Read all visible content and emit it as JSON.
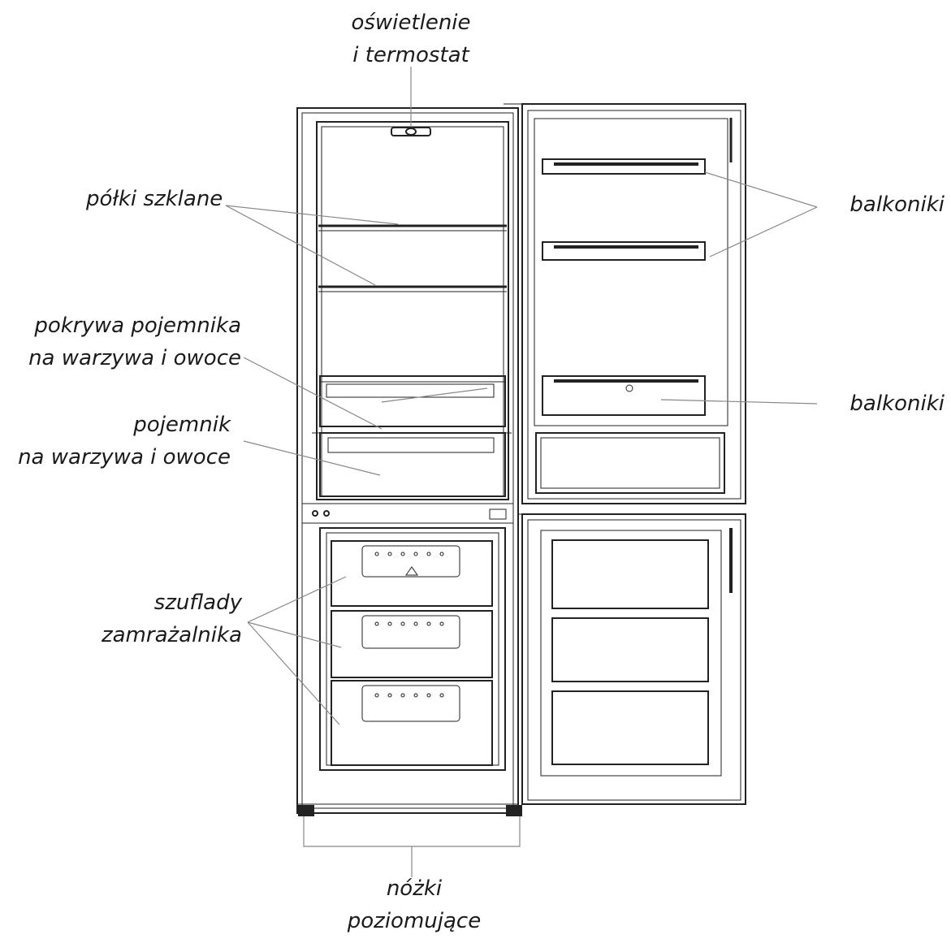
{
  "labels": {
    "lighting": [
      "oświetlenie",
      "i termostat"
    ],
    "glass_shelves": [
      "półki szklane"
    ],
    "crisper_cover": [
      "pokrywa pojemnika",
      "na warzywa i owoce"
    ],
    "crisper": [
      "pojemnik",
      "na warzywa i owoce"
    ],
    "freezer_drawers": [
      "szuflady",
      "zamrażalnika"
    ],
    "leveling_feet": [
      "nóżki",
      "poziomujące"
    ],
    "door_balconies_upper": [
      "balkoniki"
    ],
    "door_balconies_lower": [
      "balkoniki"
    ]
  }
}
